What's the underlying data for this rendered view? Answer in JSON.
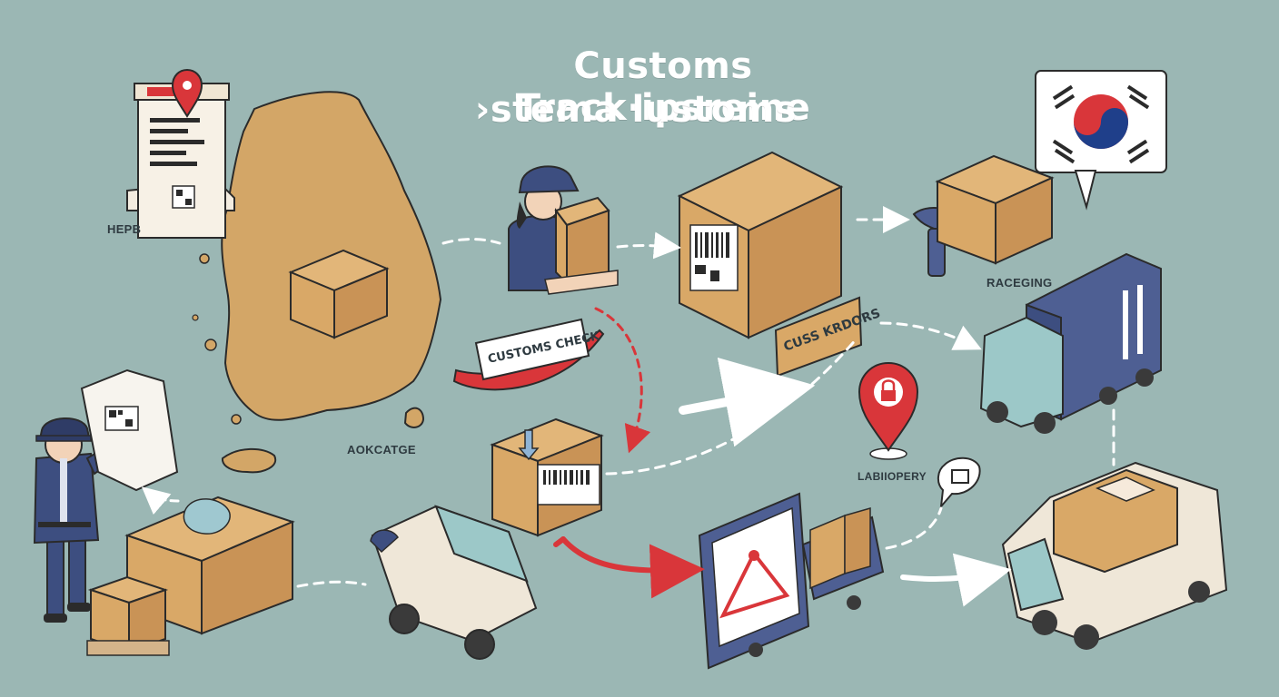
{
  "title": {
    "line1": "Customs Track·ipsreine",
    "line2": "›stema lustoms"
  },
  "labels": {
    "office": "HEPB",
    "map_package": "AOKCATGE",
    "raceging": "RACEGING",
    "labiopery": "LABIIOPERY"
  },
  "signs": {
    "customs_check": "CUSTOMS CHECK",
    "cuss_krdors": "CUSS KRDORS"
  },
  "colors": {
    "background": "#9bb7b4",
    "box": "#d9a867",
    "map": "#d3a667",
    "truck_blue": "#4e5f93",
    "accent_red": "#d9363a",
    "uniform_navy": "#3d4e80"
  },
  "icons": [
    "map-pin-icon",
    "lock-icon",
    "korea-flag-icon",
    "barcode-icon",
    "barcode-scanner-icon",
    "qr-code-icon"
  ]
}
